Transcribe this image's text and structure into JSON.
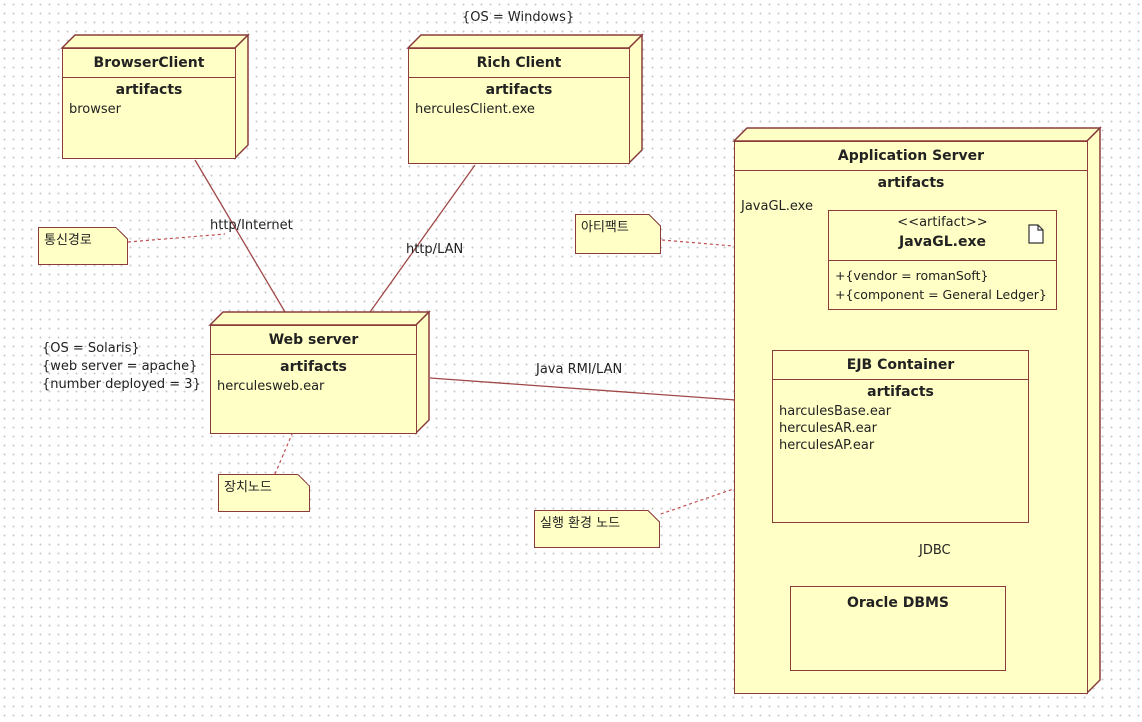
{
  "top_constraint": "{OS = Windows}",
  "nodes": {
    "browser_client": {
      "name": "BrowserClient",
      "artifacts_title": "artifacts",
      "artifacts": [
        "browser"
      ]
    },
    "rich_client": {
      "name": "Rich Client",
      "artifacts_title": "artifacts",
      "artifacts": [
        "herculesClient.exe"
      ]
    },
    "web_server": {
      "name": "Web server",
      "artifacts_title": "artifacts",
      "artifacts": [
        "herculesweb.ear"
      ]
    },
    "app_server": {
      "name": "Application Server",
      "artifacts_title": "artifacts",
      "artifacts": [
        "JavaGL.exe"
      ]
    },
    "ejb_container": {
      "name": "EJB Container",
      "artifacts_title": "artifacts",
      "artifacts": [
        "harculesBase.ear",
        "herculesAR.ear",
        "herculesAP.ear"
      ]
    },
    "oracle": {
      "name": "Oracle DBMS"
    }
  },
  "artifact_box": {
    "stereotype": "<<artifact>>",
    "name": "JavaGL.exe",
    "props": [
      "+{vendor = romanSoft}",
      "+{component = General Ledger}"
    ]
  },
  "web_constraints": [
    "{OS = Solaris}",
    "{web server = apache}",
    "{number deployed = 3}"
  ],
  "edge_labels": {
    "http_internet": "http/Internet",
    "http_lan": "http/LAN",
    "java_rmi": "Java RMI/LAN",
    "jdbc": "JDBC"
  },
  "notes": {
    "comm_path": "통신경로",
    "artifact": "아티팩트",
    "device_node": "장치노드",
    "exec_env": "실행 환경 노드"
  }
}
